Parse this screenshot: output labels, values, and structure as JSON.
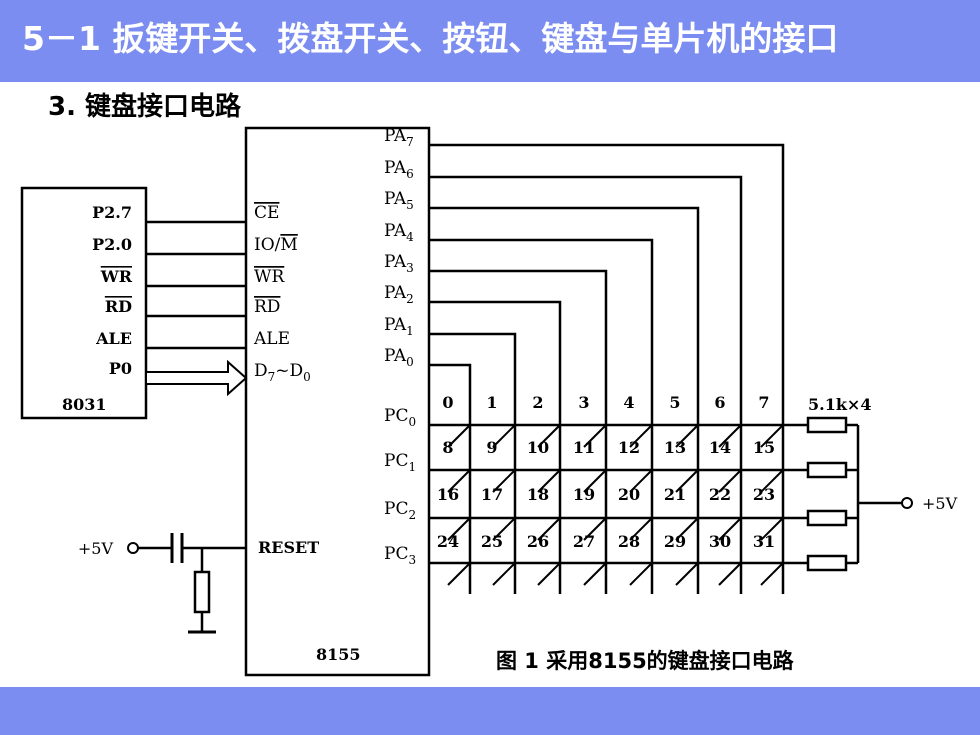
{
  "slide": {
    "title": "5－1 扳键开关、拨盘开关、按钮、键盘与单片机的接口",
    "subtitle": "3. 键盘接口电路",
    "caption": "图 1 采用8155的键盘接口电路"
  },
  "colors": {
    "band": "#7b8df0",
    "title_text": "#ffffff",
    "line": "#000000"
  },
  "chip_8031": {
    "name": "8031",
    "pins": [
      "P2.7",
      "P2.0",
      "WR",
      "RD",
      "ALE",
      "P0"
    ],
    "overlined": [
      false,
      false,
      true,
      true,
      false,
      false
    ]
  },
  "chip_8155": {
    "name": "8155",
    "left_pins": [
      "CE",
      "IO/M",
      "WR",
      "RD",
      "ALE",
      "D7~D0"
    ],
    "reset_label": "RESET",
    "pa_pins": [
      "PA7",
      "PA6",
      "PA5",
      "PA4",
      "PA3",
      "PA2",
      "PA1",
      "PA0"
    ],
    "pc_pins": [
      "PC0",
      "PC1",
      "PC2",
      "PC3"
    ]
  },
  "keyboard": {
    "rows": [
      [
        "0",
        "1",
        "2",
        "3",
        "4",
        "5",
        "6",
        "7"
      ],
      [
        "8",
        "9",
        "10",
        "11",
        "12",
        "13",
        "14",
        "15"
      ],
      [
        "16",
        "17",
        "18",
        "19",
        "20",
        "21",
        "22",
        "23"
      ],
      [
        "24",
        "25",
        "26",
        "27",
        "28",
        "29",
        "30",
        "31"
      ]
    ]
  },
  "resistor_label": "5.1k×4",
  "supply_right": "+5V",
  "supply_left": "+5V"
}
